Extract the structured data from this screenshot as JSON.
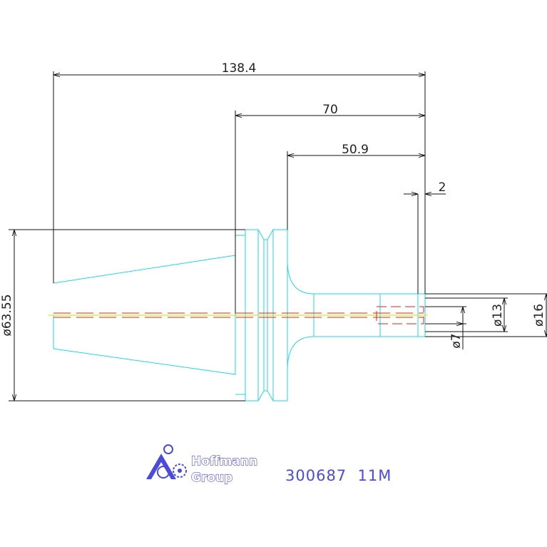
{
  "drawing": {
    "dimensions": {
      "overall_length": "138.4",
      "length_70": "70",
      "length_50_9": "50.9",
      "collar": "2",
      "dia_taper": "ø63.55",
      "dia_13": "ø13",
      "dia_16": "ø16",
      "dia_7": "ø7"
    },
    "brand": {
      "line1": "Hoffmann",
      "line2": "Group"
    },
    "part_code": "300687  11M",
    "colors": {
      "outline": "#22d6ee",
      "dimension": "#111111",
      "centerline_red": "#e02020",
      "centerline_yellow": "#e8e020",
      "brand": "#4a4adf"
    }
  }
}
